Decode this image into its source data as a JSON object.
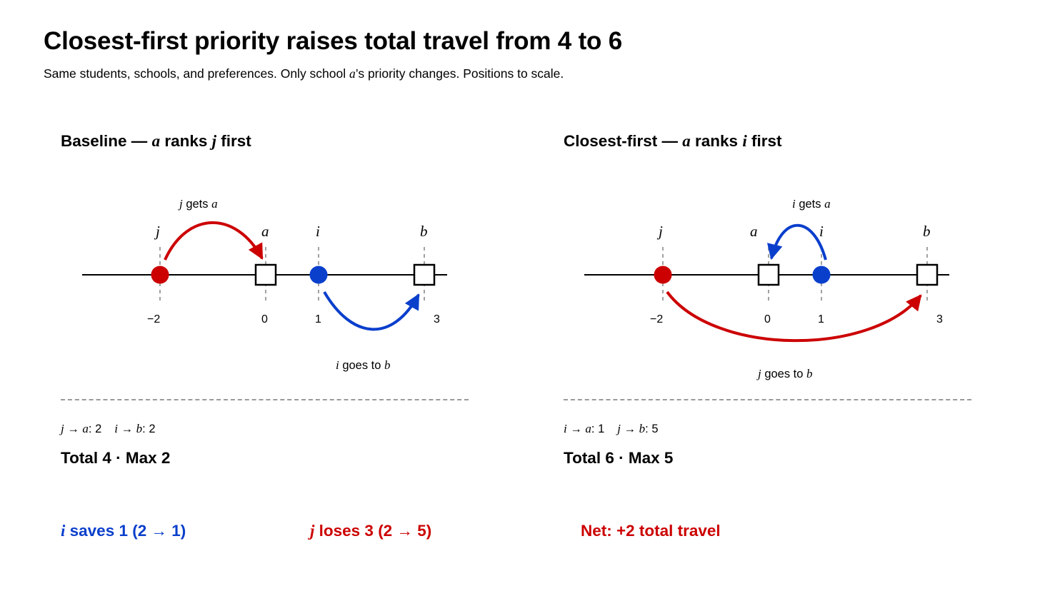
{
  "title": "Closest-first priority raises total travel from 4 to 6",
  "subtitle": {
    "before": "Same students, schools, and preferences. Only school ",
    "school": "a",
    "after": "’s priority changes. Positions to scale."
  },
  "colors": {
    "red": "#cc0000",
    "blue": "#0a3fcc",
    "axis": "#000000",
    "guide": "#8a8a8a"
  },
  "panels": [
    {
      "heading": {
        "prefix": "Baseline — ",
        "school": "a",
        "mid": " ranks ",
        "student": "j",
        "suffix": " first"
      },
      "points": [
        {
          "label": "j",
          "pos": -2,
          "tick": "−2",
          "kind": "student",
          "color": "red"
        },
        {
          "label": "a",
          "pos": 0,
          "tick": "0",
          "kind": "school"
        },
        {
          "label": "i",
          "pos": 1,
          "tick": "1",
          "kind": "student",
          "color": "blue"
        },
        {
          "label": "b",
          "pos": 3,
          "tick": "3",
          "kind": "school"
        }
      ],
      "arrows": [
        {
          "from": "j",
          "to": "a",
          "color": "red",
          "label": {
            "student": "j",
            "text": " gets ",
            "school": "a"
          }
        },
        {
          "from": "i",
          "to": "b",
          "color": "blue",
          "label": {
            "student": "i",
            "text": " goes to ",
            "school": "b"
          }
        }
      ],
      "distances": [
        {
          "student": "j",
          "arrow": " → ",
          "school": "a",
          "value": ": 2"
        },
        {
          "student": "i",
          "arrow": " → ",
          "school": "b",
          "value": ": 2"
        }
      ],
      "total": "Total 4 · Max 2",
      "total_travel": 4,
      "max_travel": 2
    },
    {
      "heading": {
        "prefix": "Closest-first — ",
        "school": "a",
        "mid": " ranks ",
        "student": "i",
        "suffix": " first"
      },
      "points": [
        {
          "label": "j",
          "pos": -2,
          "tick": "−2",
          "kind": "student",
          "color": "red"
        },
        {
          "label": "a",
          "pos": 0,
          "tick": "0",
          "kind": "school"
        },
        {
          "label": "i",
          "pos": 1,
          "tick": "1",
          "kind": "student",
          "color": "blue"
        },
        {
          "label": "b",
          "pos": 3,
          "tick": "3",
          "kind": "school"
        }
      ],
      "arrows": [
        {
          "from": "i",
          "to": "a",
          "color": "blue",
          "label": {
            "student": "i",
            "text": " gets ",
            "school": "a"
          }
        },
        {
          "from": "j",
          "to": "b",
          "color": "red",
          "label": {
            "student": "j",
            "text": " goes to ",
            "school": "b"
          }
        }
      ],
      "distances": [
        {
          "student": "i",
          "arrow": " → ",
          "school": "a",
          "value": ": 1"
        },
        {
          "student": "j",
          "arrow": " → ",
          "school": "b",
          "value": ": 5"
        }
      ],
      "total": "Total 6 · Max 5",
      "total_travel": 6,
      "max_travel": 5
    }
  ],
  "footer": {
    "i_change": {
      "student": "i",
      "text": " saves 1 (2 → 1)"
    },
    "j_change": {
      "student": "j",
      "text": " loses 3 (2 → 5)"
    },
    "net": "Net: +2 total travel"
  }
}
